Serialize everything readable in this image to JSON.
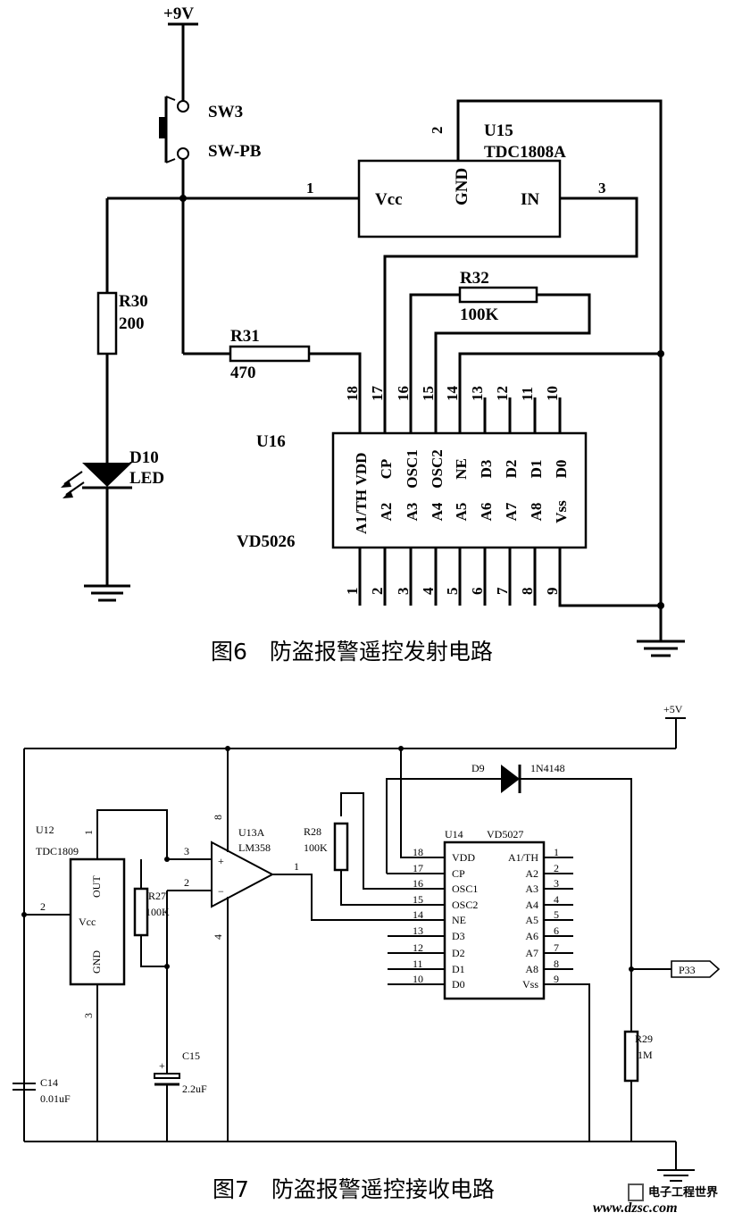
{
  "figure6": {
    "caption": "图6　防盗报警遥控发射电路",
    "supply": "+9V",
    "switch_ref": "SW3",
    "switch_type": "SW-PB",
    "u15_ref": "U15",
    "u15_part": "TDC1808A",
    "u15_pins": {
      "vcc": "Vcc",
      "gnd": "GND",
      "in": "IN"
    },
    "u15_pin_numbers": {
      "vcc": "1",
      "gnd": "2",
      "in": "3"
    },
    "r30_ref": "R30",
    "r30_val": "200",
    "r31_ref": "R31",
    "r31_val": "470",
    "r32_ref": "R32",
    "r32_val": "100K",
    "d10_ref": "D10",
    "d10_val": "LED",
    "u16_ref": "U16",
    "u16_part": "VD5026",
    "u16_top_pins": [
      "VDD",
      "CP",
      "OSC1",
      "OSC2",
      "NE",
      "D3",
      "D2",
      "D1",
      "D0"
    ],
    "u16_top_nums": [
      "18",
      "17",
      "16",
      "15",
      "14",
      "13",
      "12",
      "11",
      "10"
    ],
    "u16_bottom_pins": [
      "A1/TH",
      "A2",
      "A3",
      "A4",
      "A5",
      "A6",
      "A7",
      "A8",
      "Vss"
    ],
    "u16_bottom_nums": [
      "1",
      "2",
      "3",
      "4",
      "5",
      "6",
      "7",
      "8",
      "9"
    ]
  },
  "figure7": {
    "caption": "图7　防盗报警遥控接收电路",
    "supply": "+5V",
    "u12_ref": "U12",
    "u12_part": "TDC1809",
    "u12_pins": {
      "out": "OUT",
      "vcc": "Vcc",
      "gnd": "GND"
    },
    "u12_pin_numbers": {
      "out": "1",
      "vcc": "2",
      "gnd": "3"
    },
    "u13_ref": "U13A",
    "u13_part": "LM358",
    "u13_pins": {
      "plus": "+",
      "minus": "−",
      "in_plus": "3",
      "in_minus": "2",
      "out": "1",
      "vplus": "8",
      "vminus": "4"
    },
    "r27_ref": "R27",
    "r27_val": "100K",
    "r28_ref": "R28",
    "r28_val": "100K",
    "r29_ref": "R29",
    "r29_val": "1M",
    "c14_ref": "C14",
    "c14_val": "0.01uF",
    "c15_ref": "C15",
    "c15_val": "2.2uF",
    "c15_plus": "+",
    "d9_ref": "D9",
    "d9_part": "1N4148",
    "u14_ref": "U14",
    "u14_part": "VD5027",
    "u14_left_pins": [
      "VDD",
      "CP",
      "OSC1",
      "OSC2",
      "NE",
      "D3",
      "D2",
      "D1",
      "D0"
    ],
    "u14_left_nums": [
      "18",
      "17",
      "16",
      "15",
      "14",
      "13",
      "12",
      "11",
      "10"
    ],
    "u14_right_pins": [
      "A1/TH",
      "A2",
      "A3",
      "A4",
      "A5",
      "A6",
      "A7",
      "A8",
      "Vss"
    ],
    "u14_right_nums": [
      "1",
      "2",
      "3",
      "4",
      "5",
      "6",
      "7",
      "8",
      "9"
    ],
    "port_label": "P33"
  },
  "watermark": {
    "cn": "电子工程世界",
    "url": "www.dzsc.com"
  }
}
